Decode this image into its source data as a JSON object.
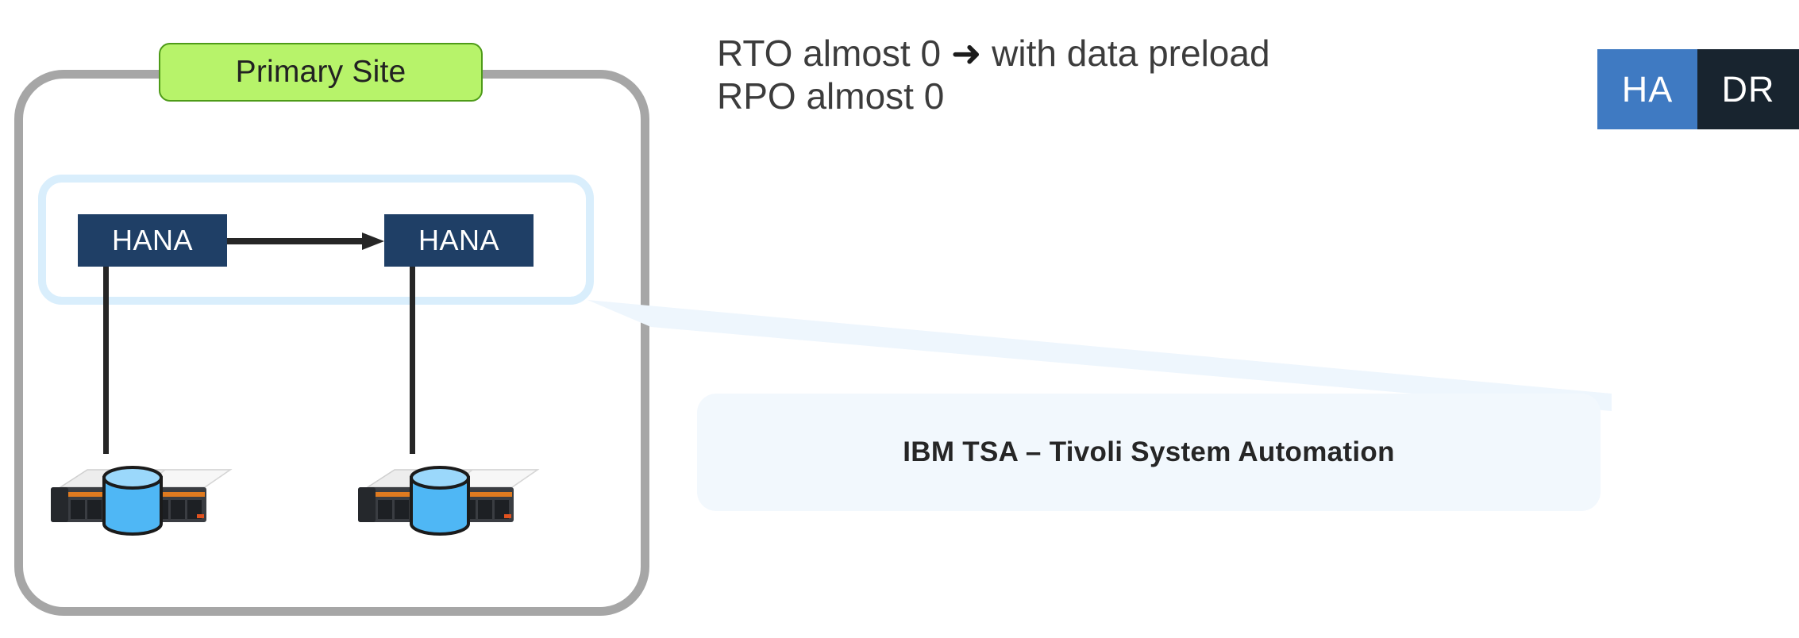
{
  "diagram": {
    "site": {
      "label": "Primary Site"
    },
    "cluster": {
      "nodes": [
        {
          "label": "HANA",
          "role": "primary"
        },
        {
          "label": "HANA",
          "role": "secondary"
        }
      ],
      "replication_arrow": "system-replication-arrow"
    },
    "storage": [
      {
        "icon": "server-rack-icon",
        "db_icon": "database-cylinder-icon"
      },
      {
        "icon": "server-rack-icon",
        "db_icon": "database-cylinder-icon"
      }
    ],
    "callout": {
      "text": "IBM TSA – Tivoli System Automation"
    },
    "kpi": {
      "line1_prefix": "RTO almost 0 ",
      "line1_arrow": "➜",
      "line1_suffix": " with data preload",
      "line2": "RPO almost 0"
    },
    "badge": {
      "ha": "HA",
      "dr": "DR"
    },
    "colors": {
      "site_border": "#a6a6a6",
      "site_label_fill": "#b7f36a",
      "site_label_border": "#4e9b18",
      "cluster_border": "#d9eefc",
      "hana_fill": "#1f3f66",
      "db_fill": "#4fb7f5",
      "tsa_fill": "#f2f8fd",
      "badge_ha": "#3f7ac2",
      "badge_dr": "#18242f",
      "text": "#3c3c3c"
    }
  }
}
